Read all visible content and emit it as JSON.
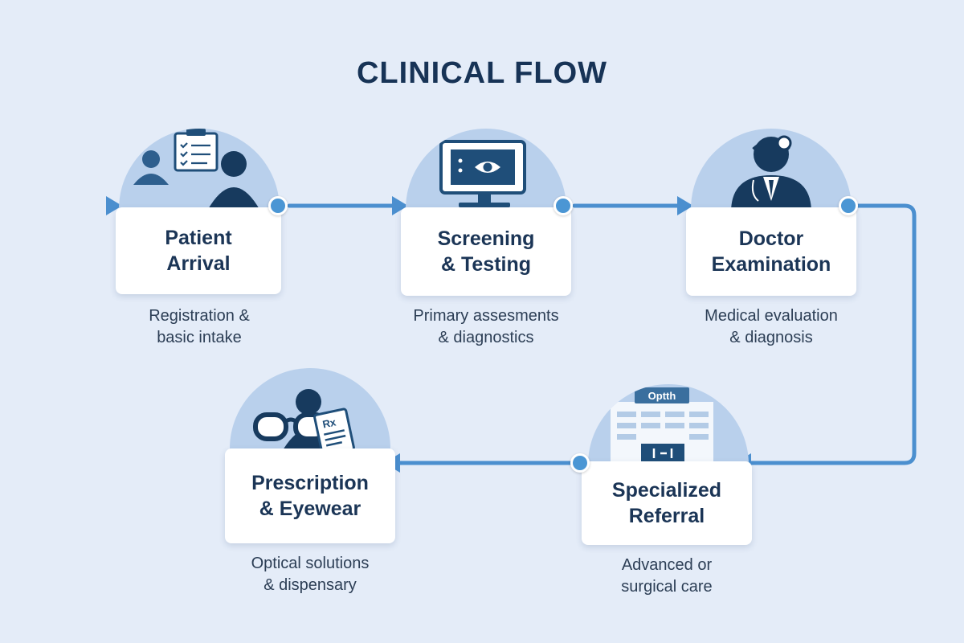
{
  "title": "CLINICAL FLOW",
  "colors": {
    "background": "#e4ecf8",
    "dome": "#b9d0ec",
    "icon_navy": "#1f4e79",
    "connector": "#4b8fcf",
    "title": "#173356"
  },
  "steps": [
    {
      "id": "patient-arrival",
      "title_line1": "Patient",
      "title_line2": "Arrival",
      "desc_line1": "Registration &",
      "desc_line2": "basic intake",
      "icon": "patients-clipboard-icon"
    },
    {
      "id": "screening-testing",
      "title_line1": "Screening",
      "title_line2": "& Testing",
      "desc_line1": "Primary assesments",
      "desc_line2": "& diagnostics",
      "icon": "eye-monitor-icon"
    },
    {
      "id": "doctor-examination",
      "title_line1": "Doctor",
      "title_line2": "Examination",
      "desc_line1": "Medical evaluation",
      "desc_line2": "& diagnosis",
      "icon": "doctor-icon"
    },
    {
      "id": "specialized-referral",
      "title_line1": "Specialized",
      "title_line2": "Referral",
      "desc_line1": "Advanced or",
      "desc_line2": "surgical care",
      "icon": "hospital-icon",
      "icon_sign": "Optth"
    },
    {
      "id": "prescription-eyewear",
      "title_line1": "Prescription",
      "title_line2": "& Eyewear",
      "desc_line1": "Optical solutions",
      "desc_line2": "& dispensary",
      "icon": "glasses-prescription-icon",
      "icon_sign": "Rx"
    }
  ]
}
